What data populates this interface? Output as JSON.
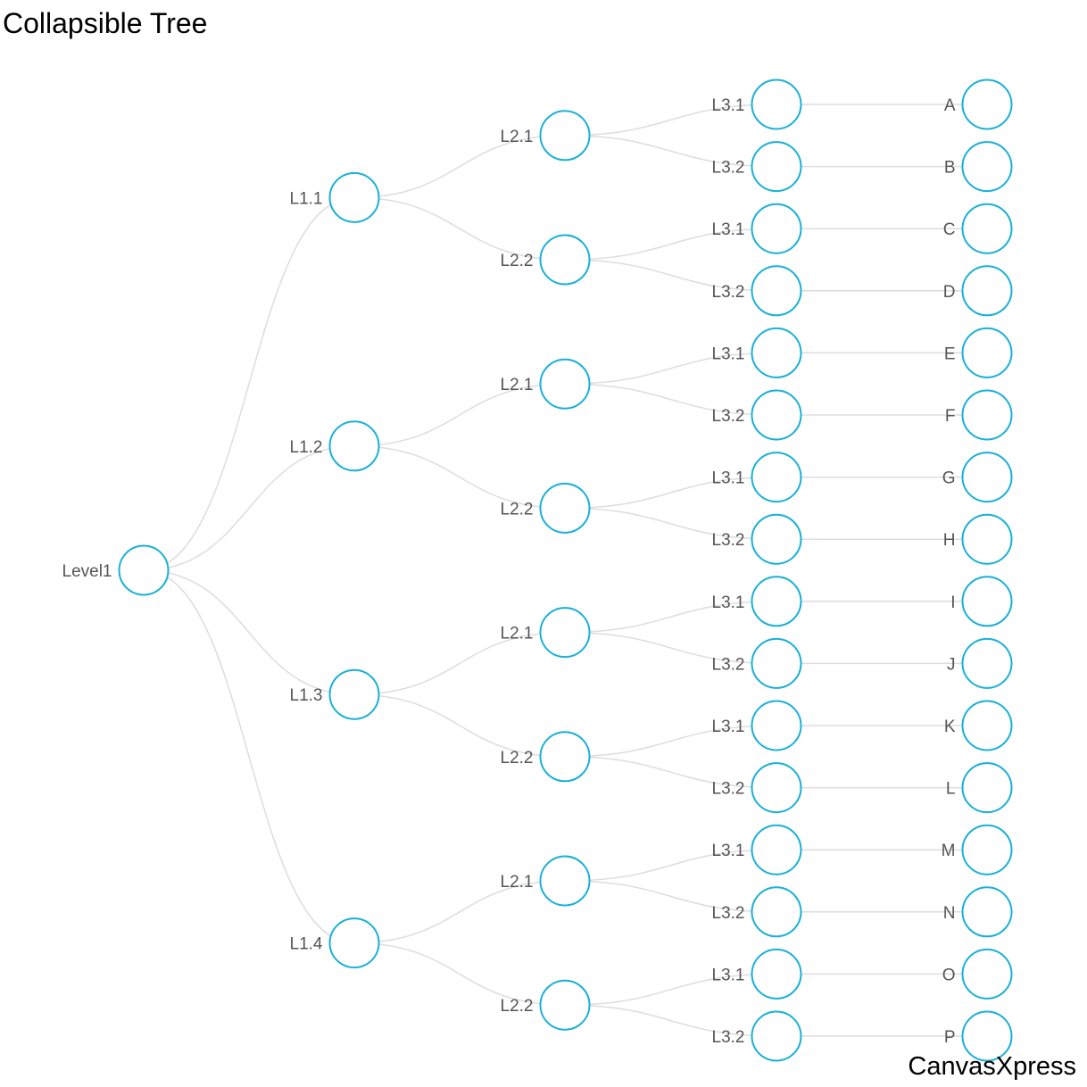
{
  "title": "Collapsible Tree",
  "brand": "CanvasXpress",
  "colors": {
    "node_stroke": "#1ab0d8",
    "link": "#dddddd",
    "label": "#555555"
  },
  "tree": {
    "name": "Level1",
    "children": [
      {
        "name": "L1.1",
        "children": [
          {
            "name": "L2.1",
            "children": [
              {
                "name": "L3.1",
                "children": [
                  {
                    "name": "A"
                  }
                ]
              },
              {
                "name": "L3.2",
                "children": [
                  {
                    "name": "B"
                  }
                ]
              }
            ]
          },
          {
            "name": "L2.2",
            "children": [
              {
                "name": "L3.1",
                "children": [
                  {
                    "name": "C"
                  }
                ]
              },
              {
                "name": "L3.2",
                "children": [
                  {
                    "name": "D"
                  }
                ]
              }
            ]
          }
        ]
      },
      {
        "name": "L1.2",
        "children": [
          {
            "name": "L2.1",
            "children": [
              {
                "name": "L3.1",
                "children": [
                  {
                    "name": "E"
                  }
                ]
              },
              {
                "name": "L3.2",
                "children": [
                  {
                    "name": "F"
                  }
                ]
              }
            ]
          },
          {
            "name": "L2.2",
            "children": [
              {
                "name": "L3.1",
                "children": [
                  {
                    "name": "G"
                  }
                ]
              },
              {
                "name": "L3.2",
                "children": [
                  {
                    "name": "H"
                  }
                ]
              }
            ]
          }
        ]
      },
      {
        "name": "L1.3",
        "children": [
          {
            "name": "L2.1",
            "children": [
              {
                "name": "L3.1",
                "children": [
                  {
                    "name": "I"
                  }
                ]
              },
              {
                "name": "L3.2",
                "children": [
                  {
                    "name": "J"
                  }
                ]
              }
            ]
          },
          {
            "name": "L2.2",
            "children": [
              {
                "name": "L3.1",
                "children": [
                  {
                    "name": "K"
                  }
                ]
              },
              {
                "name": "L3.2",
                "children": [
                  {
                    "name": "L"
                  }
                ]
              }
            ]
          }
        ]
      },
      {
        "name": "L1.4",
        "children": [
          {
            "name": "L2.1",
            "children": [
              {
                "name": "L3.1",
                "children": [
                  {
                    "name": "M"
                  }
                ]
              },
              {
                "name": "L3.2",
                "children": [
                  {
                    "name": "N"
                  }
                ]
              }
            ]
          },
          {
            "name": "L2.2",
            "children": [
              {
                "name": "L3.1",
                "children": [
                  {
                    "name": "O"
                  }
                ]
              },
              {
                "name": "L3.2",
                "children": [
                  {
                    "name": "P"
                  }
                ]
              }
            ]
          }
        ]
      }
    ]
  }
}
